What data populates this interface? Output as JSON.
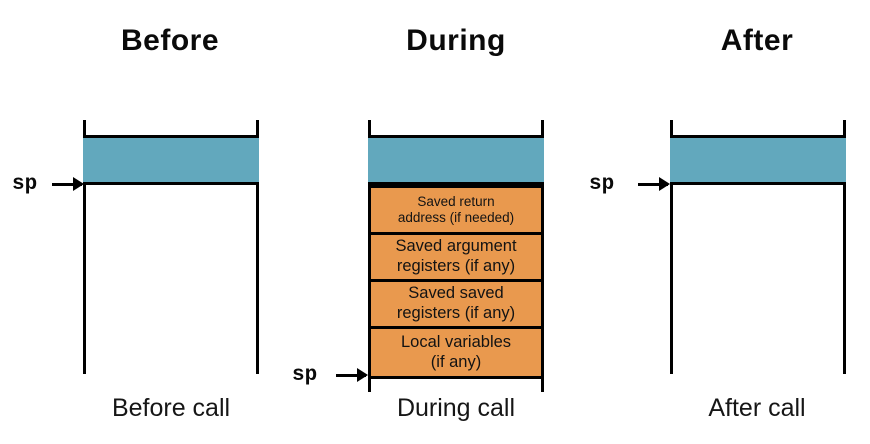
{
  "panels": {
    "before": {
      "title": "Before",
      "caption": "Before call",
      "sp": "sp"
    },
    "during": {
      "title": "During",
      "caption": "During call",
      "sp": "sp",
      "frames": [
        {
          "line1": "Saved return",
          "line2": "address (if needed)"
        },
        {
          "line1": "Saved argument",
          "line2": "registers (if any)"
        },
        {
          "line1": "Saved saved",
          "line2": "registers (if any)"
        },
        {
          "line1": "Local variables",
          "line2": "(if any)"
        }
      ]
    },
    "after": {
      "title": "After",
      "caption": "After call",
      "sp": "sp"
    }
  },
  "colors": {
    "allocated": "#62A8BD",
    "frame": "#E9994E",
    "line": "#000000"
  }
}
